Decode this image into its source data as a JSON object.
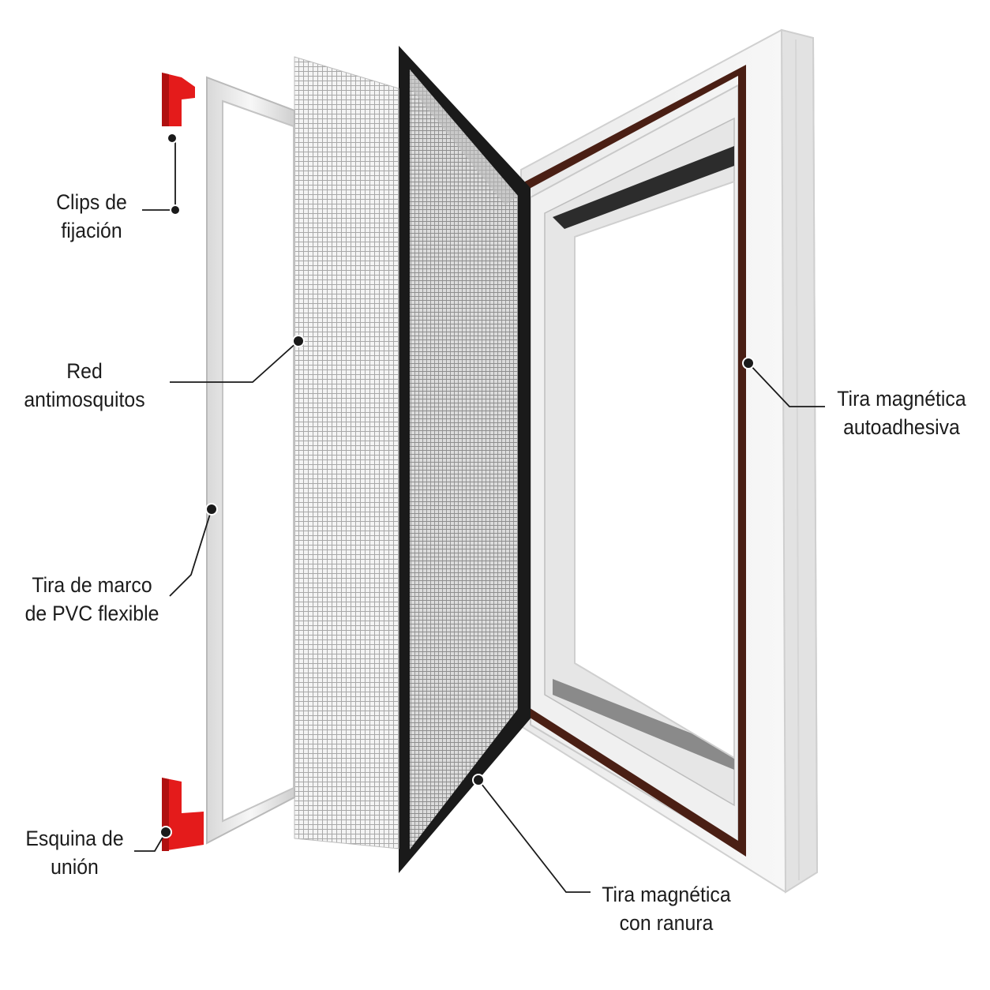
{
  "labels": {
    "clips": {
      "line1": "Clips de",
      "line2": "fijación"
    },
    "red": {
      "line1": "Red",
      "line2": "antimosquitos"
    },
    "tira_marco": {
      "line1": "Tira de marco",
      "line2": "de PVC flexible"
    },
    "esquina": {
      "line1": "Esquina de",
      "line2": "unión"
    },
    "tira_auto": {
      "line1": "Tira magnética",
      "line2": "autoadhesiva"
    },
    "tira_ranura": {
      "line1": "Tira magnética",
      "line2": "con ranura"
    }
  },
  "colors": {
    "accent_red": "#e41b1b",
    "magnet_brown": "#4a1f14",
    "frame_black": "#1a1a1a",
    "pvc_white": "#f2f2f2"
  }
}
